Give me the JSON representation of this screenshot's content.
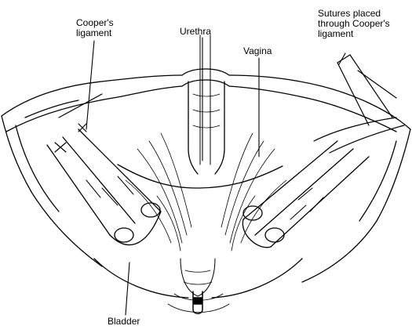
{
  "labels": {
    "coopers_ligament": [
      "Cooper's",
      "ligament"
    ],
    "urethra": "Urethra",
    "vagina": "Vagina",
    "sutures": [
      "Sutures placed",
      "through Cooper's",
      "ligament"
    ],
    "bladder": "Bladder"
  },
  "colors": {
    "ink": "#000000",
    "paper": "#ffffff"
  }
}
